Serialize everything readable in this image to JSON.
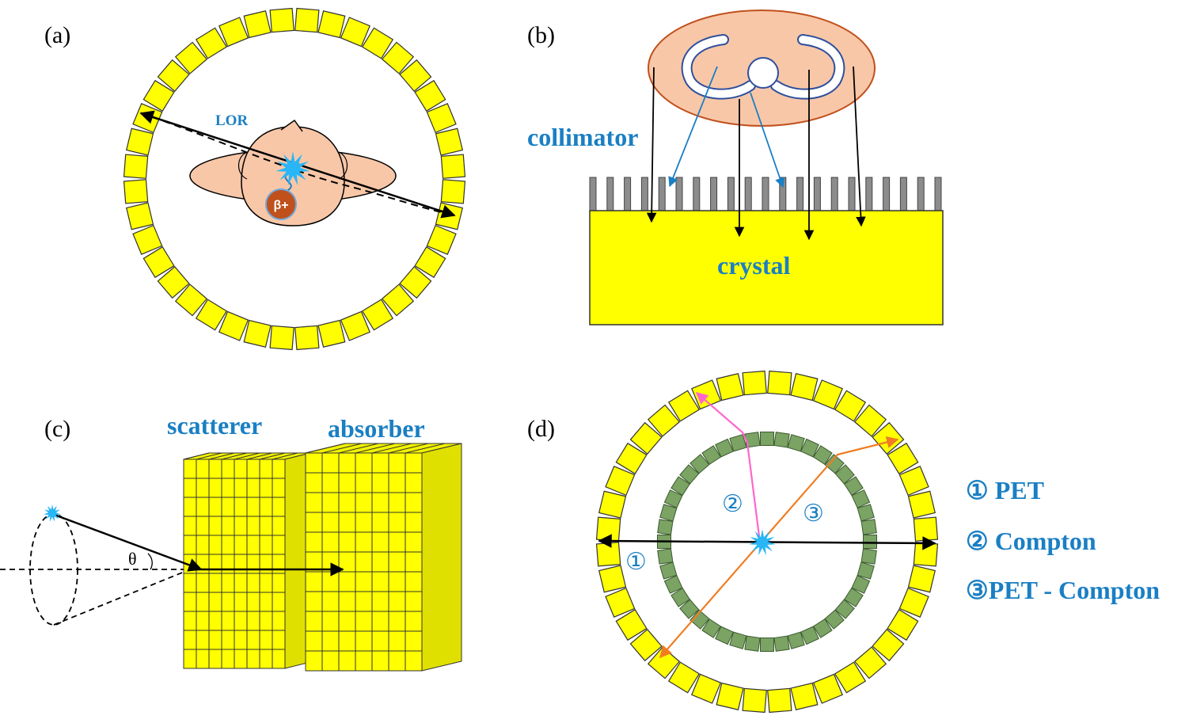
{
  "panels": {
    "a": {
      "label": "(a)",
      "lor_label": "LOR",
      "beta_label": "β+"
    },
    "b": {
      "label": "(b)",
      "collimator_label": "collimator",
      "crystal_label": "crystal"
    },
    "c": {
      "label": "(c)",
      "scatterer_label": "scatterer",
      "absorber_label": "absorber",
      "angle_label": "θ"
    },
    "d": {
      "label": "(d)",
      "markers": [
        "①",
        "②",
        "③"
      ],
      "legend": [
        "① PET",
        "② Compton",
        "③PET - Compton"
      ]
    }
  },
  "colors": {
    "detector": "#ffff00",
    "inner_ring": "#7aa364",
    "text_blue": "#1a7fc4",
    "body": "#f8c7a8",
    "source": "#29b6f6",
    "compton_arrow": "#ff66cc",
    "pet_compton_arrow": "#f07d22",
    "beta": "#c0501c"
  }
}
